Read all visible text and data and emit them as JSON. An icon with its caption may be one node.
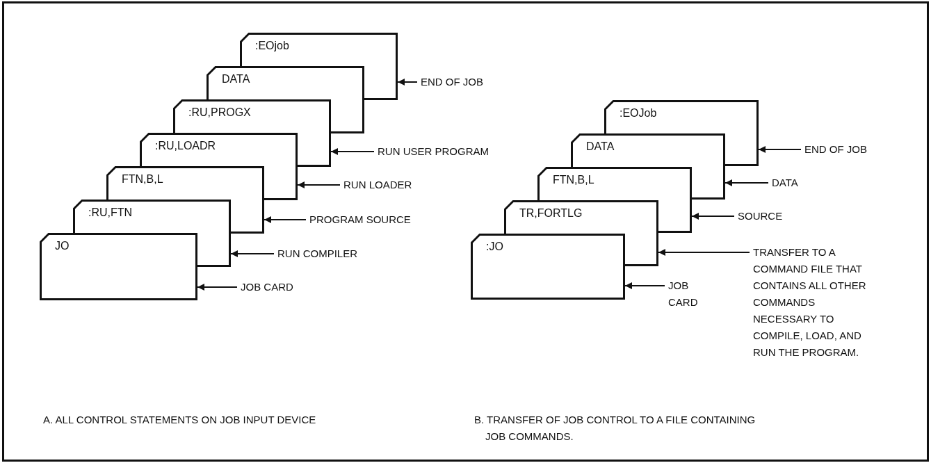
{
  "diagram": {
    "nodes": [
      {
        "text": [
          ":EOjob"
        ]
      },
      {
        "text": [
          "DATA"
        ]
      },
      {
        "text": [
          ":RU,PROGX"
        ]
      },
      {
        "text": [
          ":RU,LOADR"
        ]
      },
      {
        "text": [
          "FTN,B,L"
        ]
      },
      {
        "text": [
          ":RU,FTN"
        ]
      },
      {
        "text": [
          "JO"
        ]
      },
      {
        "text": [
          "END OF JOB"
        ]
      },
      {
        "text": [
          "RUN USER PROGRAM"
        ]
      },
      {
        "text": [
          "RUN LOADER"
        ]
      },
      {
        "text": [
          "PROGRAM SOURCE"
        ]
      },
      {
        "text": [
          "RUN COMPILER"
        ]
      },
      {
        "text": [
          "JOB CARD"
        ]
      },
      {
        "text": [
          ":EOJob"
        ]
      },
      {
        "text": [
          "DATA"
        ]
      },
      {
        "text": [
          "FTN,B,L"
        ]
      },
      {
        "text": [
          "TR,FORTLG"
        ]
      },
      {
        "text": [
          ":JO"
        ]
      },
      {
        "text": [
          "END OF JOB"
        ]
      },
      {
        "text": [
          "DATA"
        ]
      },
      {
        "text": [
          "SOURCE"
        ]
      },
      {
        "text": [
          "TRANSFER TO A COMMAND FILE THAT CONTAINS ALL OTHER COMMANDS NECESSARY TO COMPILE, LOAD, AND RUN THE PROGRAM."
        ]
      },
      {
        "text": [
          "JOB CARD"
        ]
      }
    ],
    "edges": [
      {
        "from": 7,
        "to": 0,
        "arrow": "to"
      },
      {
        "from": 8,
        "to": 2,
        "arrow": "to"
      },
      {
        "from": 9,
        "to": 3,
        "arrow": "to"
      },
      {
        "from": 10,
        "to": 4,
        "arrow": "to"
      },
      {
        "from": 11,
        "to": 5,
        "arrow": "to"
      },
      {
        "from": 12,
        "to": 6,
        "arrow": "to"
      },
      {
        "from": 18,
        "to": 13,
        "arrow": "to"
      },
      {
        "from": 19,
        "to": 14,
        "arrow": "to"
      },
      {
        "from": 20,
        "to": 15,
        "arrow": "to"
      },
      {
        "from": 21,
        "to": 16,
        "arrow": "to"
      },
      {
        "from": 22,
        "to": 17,
        "arrow": "to"
      }
    ],
    "labels": [
      "A. ALL CONTROL STATEMENTS ON JOB INPUT DEVICE",
      "B. TRANSFER OF JOB CONTROL TO A FILE CONTAINING JOB COMMANDS."
    ]
  }
}
